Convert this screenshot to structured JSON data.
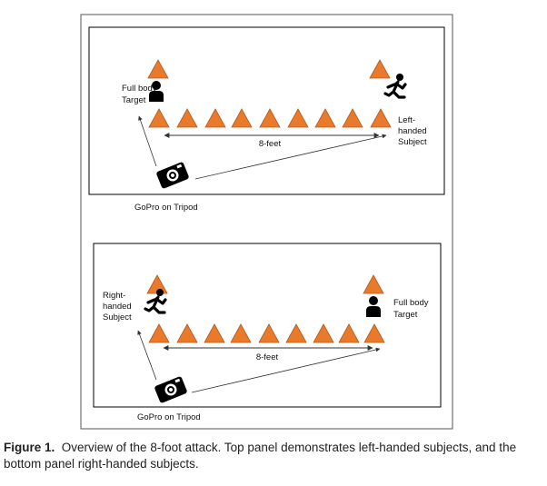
{
  "colors": {
    "cone": "#E97A2B",
    "cone_stroke": "#B5581A",
    "figure": "#000000",
    "line": "#333333"
  },
  "icons": {
    "target": "person-silhouette-icon",
    "subject": "running-person-icon",
    "camera": "camera-icon"
  },
  "top_panel": {
    "target_label": [
      "Full body",
      "Target"
    ],
    "subject_label": [
      "Left-",
      "handed",
      "Subject"
    ],
    "distance_label": "8-feet",
    "camera_label": "GoPro on Tripod"
  },
  "bottom_panel": {
    "subject_label": [
      "Right-",
      "handed",
      "Subject"
    ],
    "target_label": [
      "Full body",
      "Target"
    ],
    "distance_label": "8-feet",
    "camera_label": "GoPro on Tripod"
  },
  "caption": {
    "prefix": "Figure 1.",
    "text": "Overview of the 8-foot attack. Top panel demonstrates left-handed subjects, and the bottom panel right-handed subjects."
  }
}
